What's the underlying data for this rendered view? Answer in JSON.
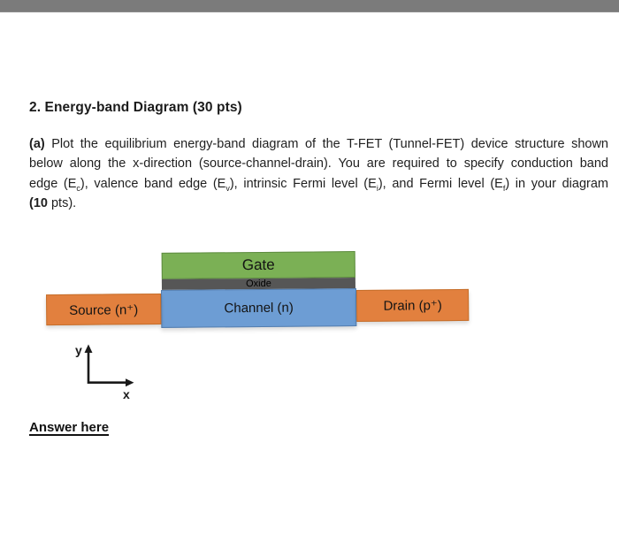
{
  "top_bar": {
    "color": "#7b7b7b"
  },
  "heading": "2. Energy-band Diagram (30 pts)",
  "question": {
    "lines": [
      [
        {
          "t": "(a)",
          "b": true
        },
        {
          "t": " Plot the equilibrium energy-band diagram of the T-FET (Tunnel-FET) device structure shown"
        }
      ],
      [
        {
          "t": "below along the x-direction (source-channel-drain). You are required to specify conduction band"
        }
      ],
      [
        {
          "t": "edge (E"
        },
        {
          "t": "c",
          "sub": true
        },
        {
          "t": "), valence band edge (E"
        },
        {
          "t": "v",
          "sub": true
        },
        {
          "t": "), intrinsic Fermi level (E"
        },
        {
          "t": "i",
          "sub": true
        },
        {
          "t": "), and Fermi level (E"
        },
        {
          "t": "f",
          "sub": true
        },
        {
          "t": ") in your diagram"
        }
      ],
      [
        {
          "t": "(10",
          "b": true
        },
        {
          "t": " pts)."
        }
      ]
    ]
  },
  "diagram": {
    "gate": {
      "label": "Gate",
      "fill": "#7bb055"
    },
    "oxide": {
      "label": "Oxide",
      "fill": "#565656"
    },
    "source": {
      "label": "Source (n⁺)",
      "fill": "#e2803e"
    },
    "channel": {
      "label": "Channel (n)",
      "fill": "#6d9dd4"
    },
    "drain": {
      "label": "Drain (p⁺)",
      "fill": "#e2803e"
    },
    "axis": {
      "y_label": "y",
      "x_label": "x"
    }
  },
  "answer": {
    "label": "Answer here"
  }
}
